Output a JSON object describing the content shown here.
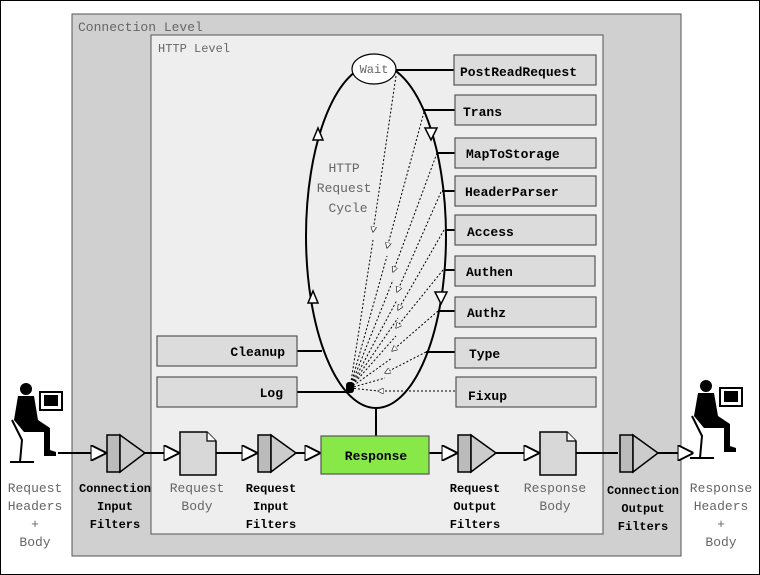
{
  "levels": {
    "connection": "Connection Level",
    "http": "HTTP Level"
  },
  "cycle": {
    "wait": "Wait",
    "label": [
      "HTTP",
      "Request",
      "Cycle"
    ]
  },
  "phases_right": [
    "PostReadRequest",
    "Trans",
    "MapToStorage",
    "HeaderParser",
    "Access",
    "Authen",
    "Authz",
    "Type",
    "Fixup"
  ],
  "phases_left": [
    "Cleanup",
    "Log"
  ],
  "response": {
    "label": "Response",
    "color": "#88e848"
  },
  "flow": {
    "request_in": [
      "Request",
      "Headers",
      "+",
      "Body"
    ],
    "conn_input_filters": [
      "Connection",
      "Input",
      "Filters"
    ],
    "request_body": [
      "Request",
      "Body"
    ],
    "request_input_filters": [
      "Request",
      "Input",
      "Filters"
    ],
    "request_output_filters": [
      "Request",
      "Output",
      "Filters"
    ],
    "response_body": [
      "Response",
      "Body"
    ],
    "conn_output_filters": [
      "Connection",
      "Output",
      "Filters"
    ],
    "response_out": [
      "Response",
      "Headers",
      "+",
      "Body"
    ]
  }
}
